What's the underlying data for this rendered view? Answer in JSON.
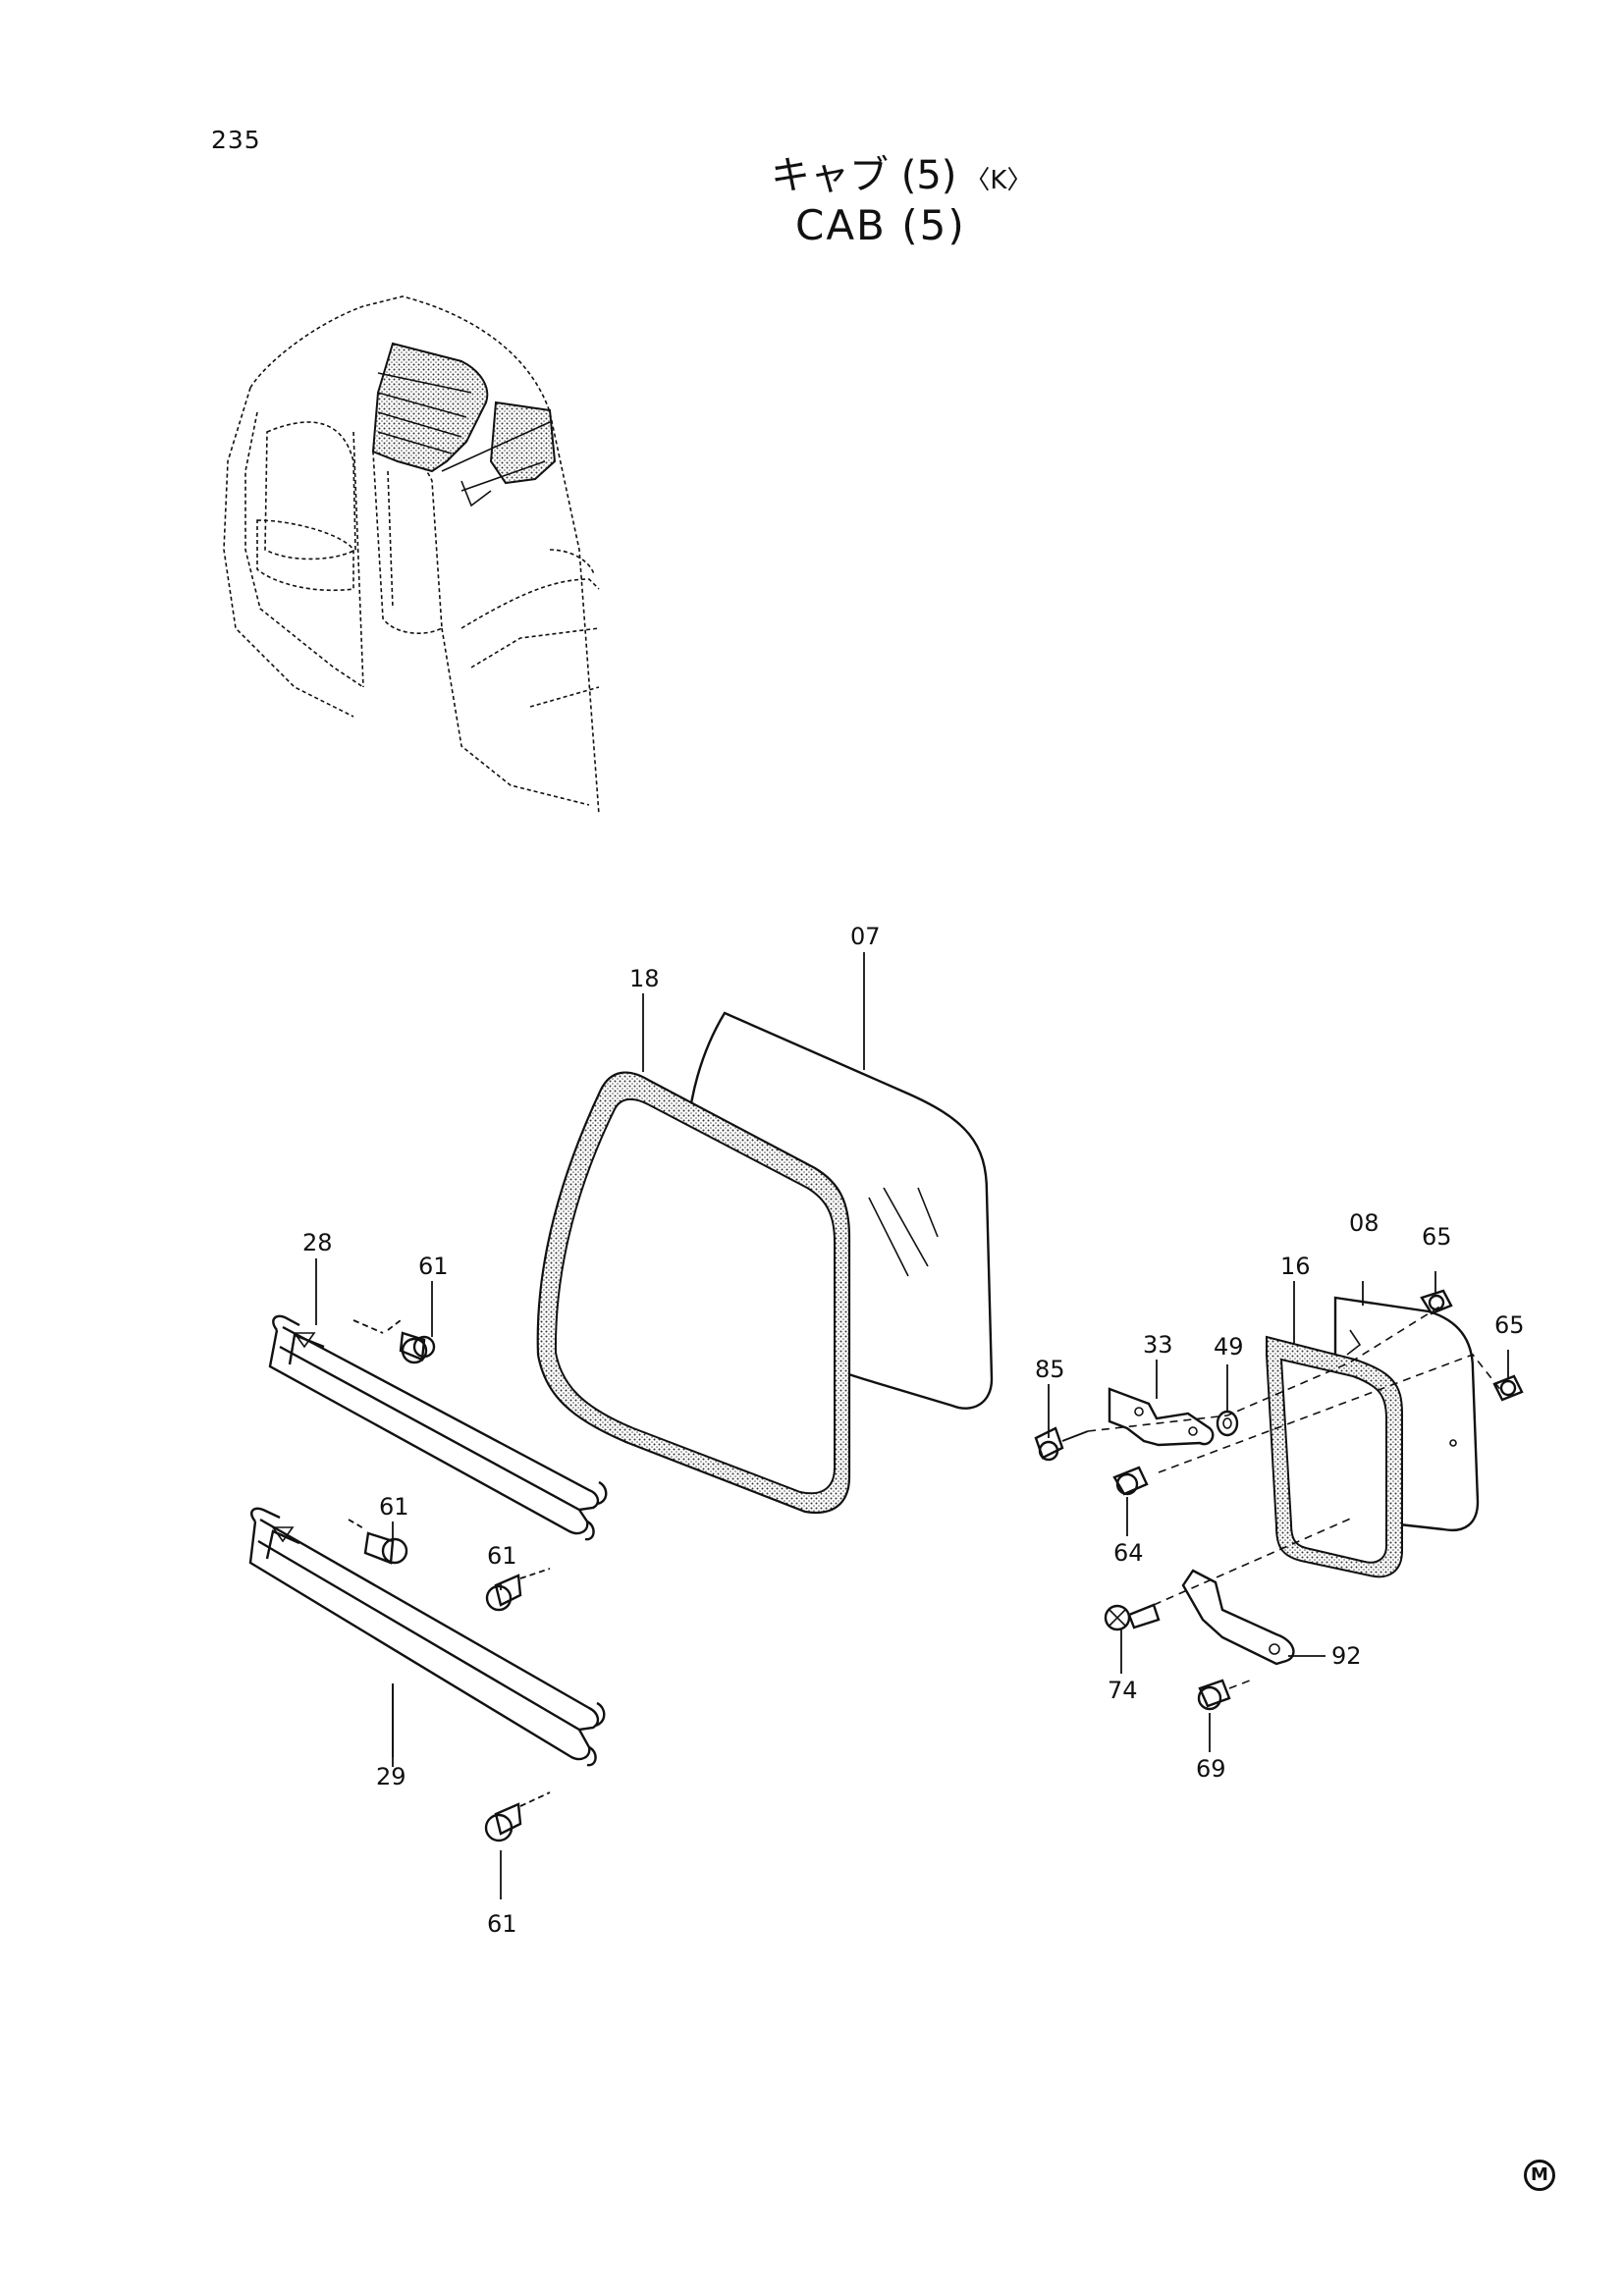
{
  "page": {
    "number": "235",
    "title_jp": "キャブ (5)",
    "title_variant": "〈K〉",
    "title_en": "CAB (5)",
    "corner_mark": "M"
  },
  "callouts": [
    {
      "id": "07",
      "label": "07"
    },
    {
      "id": "18",
      "label": "18"
    },
    {
      "id": "28",
      "label": "28"
    },
    {
      "id": "61a",
      "label": "61"
    },
    {
      "id": "61b",
      "label": "61"
    },
    {
      "id": "61c",
      "label": "61"
    },
    {
      "id": "61d",
      "label": "61"
    },
    {
      "id": "29",
      "label": "29"
    },
    {
      "id": "08",
      "label": "08"
    },
    {
      "id": "65a",
      "label": "65"
    },
    {
      "id": "65b",
      "label": "65"
    },
    {
      "id": "16",
      "label": "16"
    },
    {
      "id": "33",
      "label": "33"
    },
    {
      "id": "49",
      "label": "49"
    },
    {
      "id": "85",
      "label": "85"
    },
    {
      "id": "64",
      "label": "64"
    },
    {
      "id": "74",
      "label": "74"
    },
    {
      "id": "92",
      "label": "92"
    },
    {
      "id": "69",
      "label": "69"
    }
  ]
}
